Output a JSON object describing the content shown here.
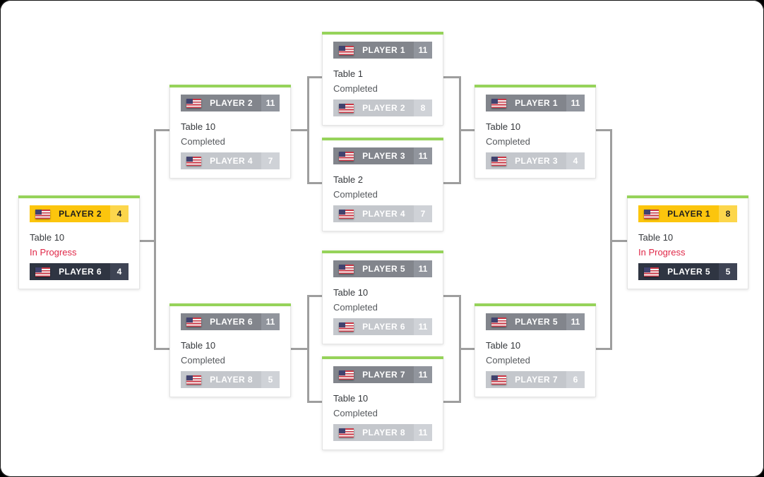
{
  "app": {
    "view_name": "tournament-bracket"
  },
  "colors": {
    "accent_green": "#96D35A",
    "winner_row_gray": "#82858C",
    "loser_row_gray": "#C4C7CC",
    "active_row_gold": "#FCC50D",
    "challenger_row_dark": "#2F3542",
    "in_progress_red": "#E02848",
    "completed_gray": "#55585C",
    "connector_gray": "#9E9E9E",
    "card_background": "#FFFFFF"
  },
  "bracket": {
    "matches": [
      {
        "table": "Table 10",
        "status": "In Progress",
        "status_type": "in-progress",
        "top": {
          "name": "PLAYER 2",
          "score": "4",
          "style": "gold",
          "flag": "us"
        },
        "bottom": {
          "name": "PLAYER 6",
          "score": "4",
          "style": "dark",
          "flag": "us"
        }
      },
      {
        "table": "Table 10",
        "status": "Completed",
        "status_type": "completed",
        "top": {
          "name": "PLAYER 2",
          "score": "11",
          "style": "winner",
          "flag": "us"
        },
        "bottom": {
          "name": "PLAYER 4",
          "score": "7",
          "style": "loser",
          "flag": "us"
        }
      },
      {
        "table": "Table 10",
        "status": "Completed",
        "status_type": "completed",
        "top": {
          "name": "PLAYER 6",
          "score": "11",
          "style": "winner",
          "flag": "us"
        },
        "bottom": {
          "name": "PLAYER 8",
          "score": "5",
          "style": "loser",
          "flag": "us"
        }
      },
      {
        "table": "Table 1",
        "status": "Completed",
        "status_type": "completed",
        "top": {
          "name": "PLAYER 1",
          "score": "11",
          "style": "winner",
          "flag": "us"
        },
        "bottom": {
          "name": "PLAYER 2",
          "score": "8",
          "style": "loser",
          "flag": "us"
        }
      },
      {
        "table": "Table 2",
        "status": "Completed",
        "status_type": "completed",
        "top": {
          "name": "PLAYER 3",
          "score": "11",
          "style": "winner",
          "flag": "us"
        },
        "bottom": {
          "name": "PLAYER 4",
          "score": "7",
          "style": "loser",
          "flag": "us"
        }
      },
      {
        "table": "Table 10",
        "status": "Completed",
        "status_type": "completed",
        "top": {
          "name": "PLAYER 5",
          "score": "11",
          "style": "winner",
          "flag": "us"
        },
        "bottom": {
          "name": "PLAYER 6",
          "score": "11",
          "style": "loser",
          "flag": "us"
        }
      },
      {
        "table": "Table 10",
        "status": "Completed",
        "status_type": "completed",
        "top": {
          "name": "PLAYER 7",
          "score": "11",
          "style": "winner",
          "flag": "us"
        },
        "bottom": {
          "name": "PLAYER 8",
          "score": "11",
          "style": "loser",
          "flag": "us"
        }
      },
      {
        "table": "Table 10",
        "status": "Completed",
        "status_type": "completed",
        "top": {
          "name": "PLAYER 1",
          "score": "11",
          "style": "winner",
          "flag": "us"
        },
        "bottom": {
          "name": "PLAYER 3",
          "score": "4",
          "style": "loser",
          "flag": "us"
        }
      },
      {
        "table": "Table 10",
        "status": "Completed",
        "status_type": "completed",
        "top": {
          "name": "PLAYER 5",
          "score": "11",
          "style": "winner",
          "flag": "us"
        },
        "bottom": {
          "name": "PLAYER 7",
          "score": "6",
          "style": "loser",
          "flag": "us"
        }
      },
      {
        "table": "Table 10",
        "status": "In Progress",
        "status_type": "in-progress",
        "top": {
          "name": "PLAYER 1",
          "score": "8",
          "style": "gold",
          "flag": "us"
        },
        "bottom": {
          "name": "PLAYER 5",
          "score": "5",
          "style": "dark",
          "flag": "us"
        }
      }
    ]
  }
}
